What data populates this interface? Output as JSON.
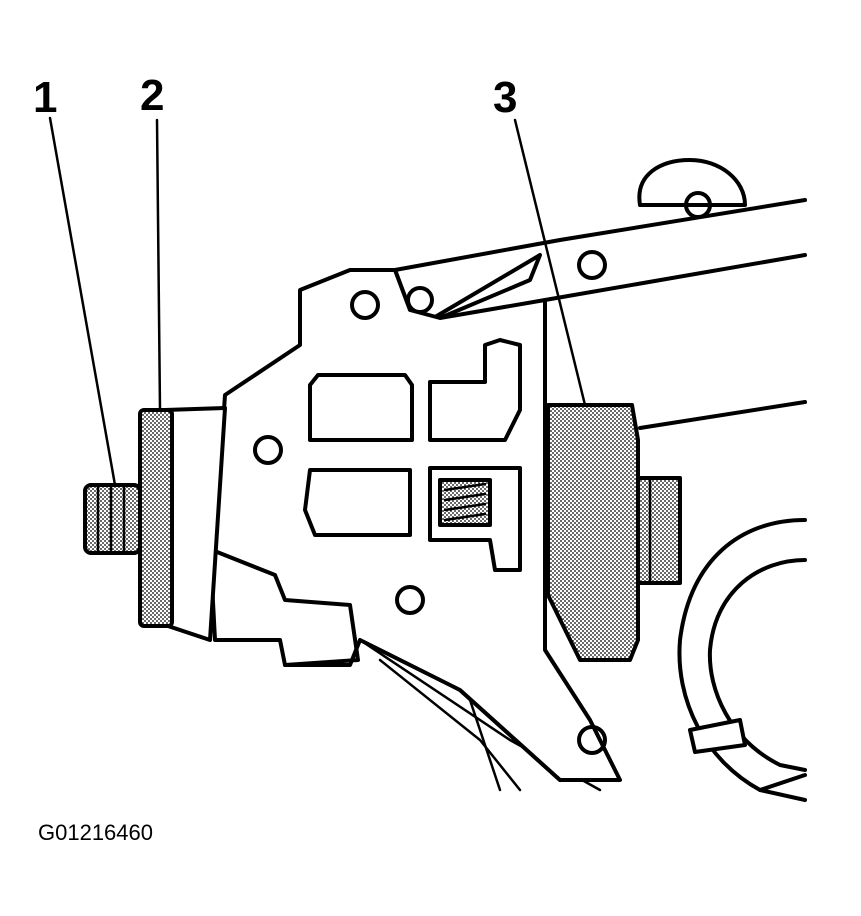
{
  "callouts": [
    {
      "label": "1"
    },
    {
      "label": "2"
    },
    {
      "label": "3"
    }
  ],
  "figure_id": "G01216460"
}
